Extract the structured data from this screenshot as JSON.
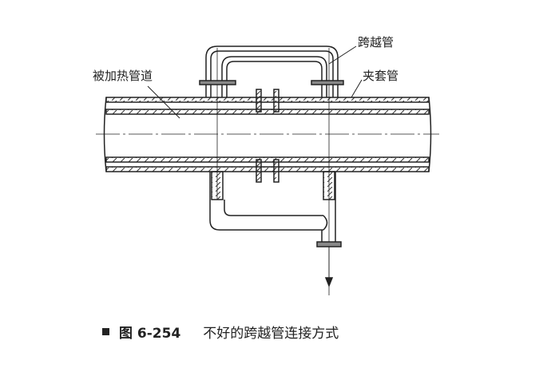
{
  "labels": {
    "heated_pipe": "被加热管道",
    "bypass_pipe": "跨越管",
    "jacket_pipe": "夹套管"
  },
  "caption": {
    "figure_no": "图 6-254",
    "title": "不好的跨越管连接方式"
  }
}
